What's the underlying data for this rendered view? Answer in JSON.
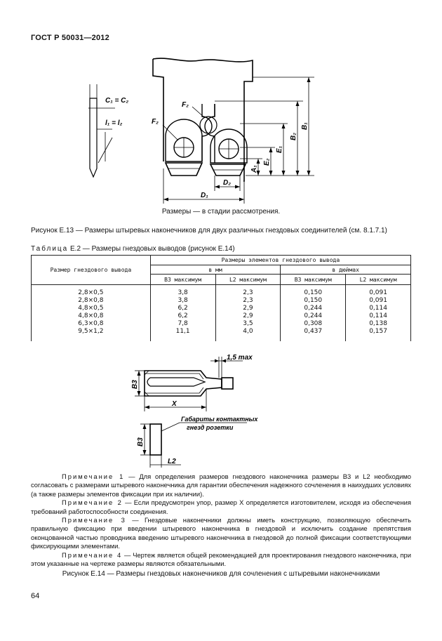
{
  "header": {
    "standard": "ГОСТ Р 50031—2012"
  },
  "figure13": {
    "labels": {
      "c": "C₁ = C₂",
      "l": "l₁ = l₂",
      "f2a": "F₂",
      "f2b": "F₂",
      "b1": "B₁",
      "b2": "B₂",
      "e1": "E₁",
      "e2": "E₂",
      "a1": "A₁",
      "d1": "D₁",
      "d2": "D₂"
    },
    "note": "Размеры — в стадии рассмотрения.",
    "caption": "Рисунок Е.13 — Размеры штыревых наконечников для двух различных гнездовых соединителей (см. 8.1.7.1)"
  },
  "table": {
    "title_prefix": "Таблица",
    "title_rest": " Е.2 — Размеры гнездовых выводов (рисунок Е.14)",
    "col_size": "Размер гнездового вывода",
    "col_elements": "Размеры элементов гнездового вывода",
    "in_mm": "в мм",
    "in_inch": "в дюймах",
    "b3": "В3 максимум",
    "l2": "L2 максимум",
    "rows": [
      [
        "2,8×0,5",
        "3,8",
        "2,3",
        "0,150",
        "0,091"
      ],
      [
        "2,8×0,8",
        "3,8",
        "2,3",
        "0,150",
        "0,091"
      ],
      [
        "4,8×0,5",
        "6,2",
        "2,9",
        "0,244",
        "0,114"
      ],
      [
        "4,8×0,8",
        "6,2",
        "2,9",
        "0,244",
        "0,114"
      ],
      [
        "6,3×0,8",
        "7,8",
        "3,5",
        "0,308",
        "0,138"
      ],
      [
        "9,5×1,2",
        "11,1",
        "4,0",
        "0,437",
        "0,157"
      ]
    ]
  },
  "figure14": {
    "labels": {
      "max": "1,5 max",
      "b3a": "B3",
      "x": "X",
      "b3b": "B3",
      "l2": "L2",
      "contacts1": "Габариты контактных",
      "contacts2": "гнезд розетки"
    },
    "caption": "Рисунок Е.14 — Размеры гнездовых наконечников для сочленения с штыревыми наконечниками"
  },
  "notes": {
    "n1_label": "Примечание 1",
    "n1": " — Для определения размеров гнездового наконечника размеры В3 и L2 необходимо согласовать с размерами штыревого наконечника для гарантии обеспечения надежного сочленения в наихудших условиях (а также размеры элементов фиксации при их наличии).",
    "n2_label": "Примечание 2",
    "n2": " — Если предусмотрен упор, размер X определяется изготовителем, исходя из обеспечения требований работоспособности соединения.",
    "n3_label": "Примечание 3",
    "n3": " — Гнездовые наконечники должны иметь конструкцию, позволяющую обеспечить правильную фиксацию при введении штыревого наконечника в гнездовой и исключить создание препятствия оконцованной частью проводника введению штыревого наконечника в гнездовой до полной фиксации соответствующими фиксирующими элементами.",
    "n4_label": "Примечание 4",
    "n4": " — Чертеж является общей рекомендацией для проектирования гнездового наконечника, при этом указанные на чертеже размеры являются обязательными."
  },
  "page": {
    "number": "64"
  }
}
